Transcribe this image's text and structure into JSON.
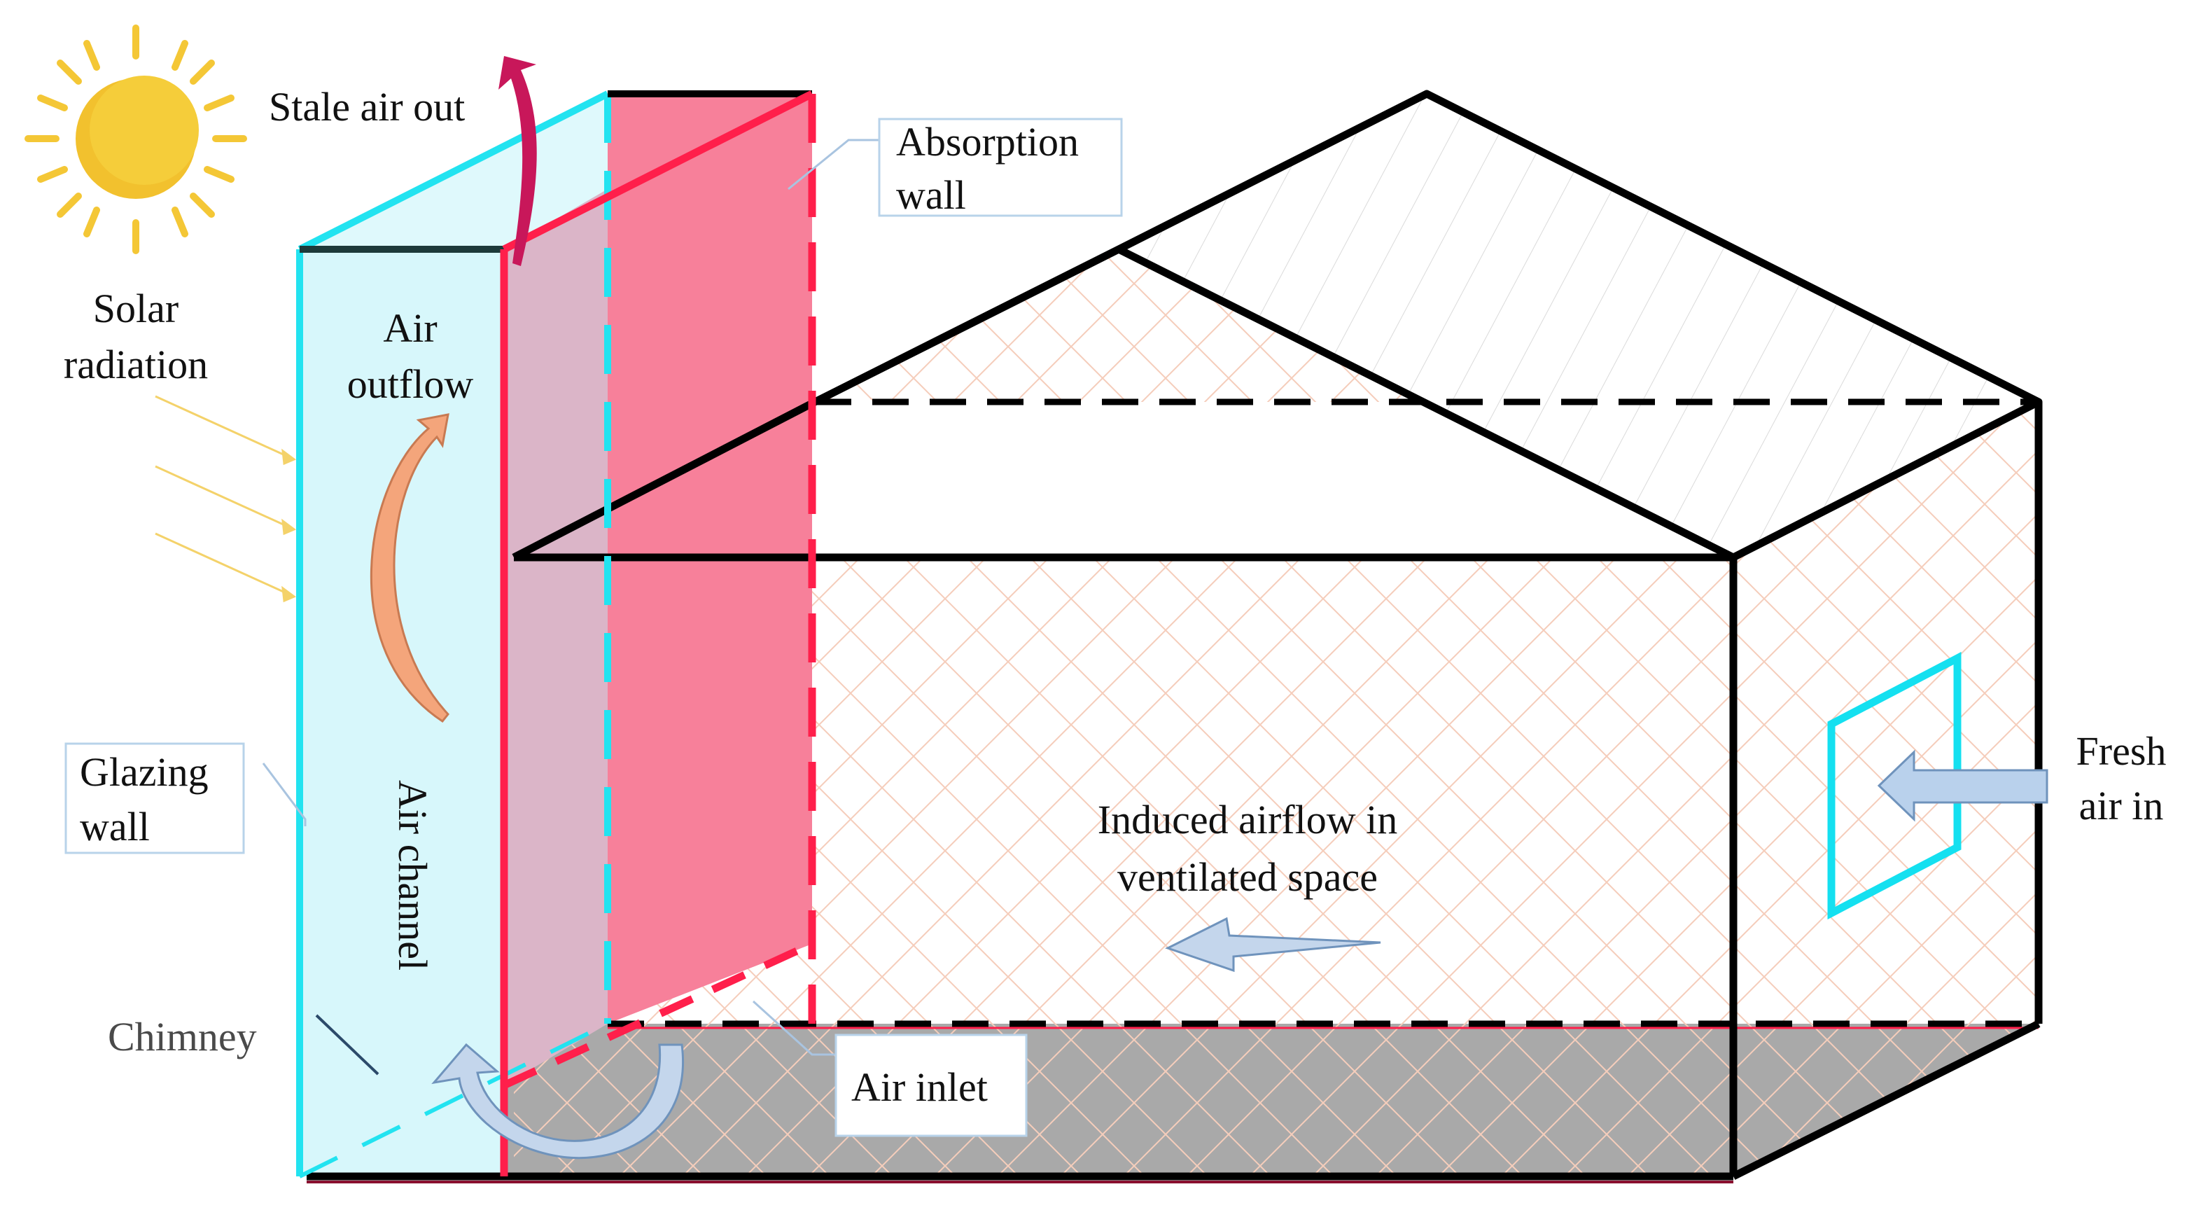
{
  "labels": {
    "stale_air_out": "Stale air out",
    "absorption_wall": [
      "Absorption",
      "wall"
    ],
    "solar_radiation": [
      "Solar",
      "radiation"
    ],
    "air_outflow": [
      "Air",
      "outflow"
    ],
    "glazing_wall": [
      "Glazing",
      "wall"
    ],
    "air_channel": "Air channel",
    "chimney": "Chimney",
    "air_inlet": "Air inlet",
    "induced_airflow": [
      "Induced airflow in",
      "ventilated space"
    ],
    "fresh_air_in": [
      "Fresh",
      "air in"
    ]
  },
  "colors": {
    "glazing": "#d7f7fb",
    "glazing_edge": "#22e3f0",
    "absorber": "#f7809a",
    "absorber_edge": "#ff1f4b",
    "absorber_overlap": "#dbb5c8",
    "floor": "#a9a9a9",
    "outline": "#000000",
    "sun": "#f2c12e",
    "sun_ray": "#f4c736",
    "arrow_blue": "#b9d1ec",
    "arrow_orange": "#f4a57b",
    "outflow_arrow": "#c8175a"
  },
  "icons": {
    "sun": "sun-icon",
    "stale_arrow": "curved-up-arrow-icon",
    "outflow_arrow": "curved-arrow-icon",
    "inlet_arrow": "u-turn-arrow-icon",
    "induced_arrow": "left-arrow-icon",
    "fresh_arrow": "left-arrow-icon"
  }
}
